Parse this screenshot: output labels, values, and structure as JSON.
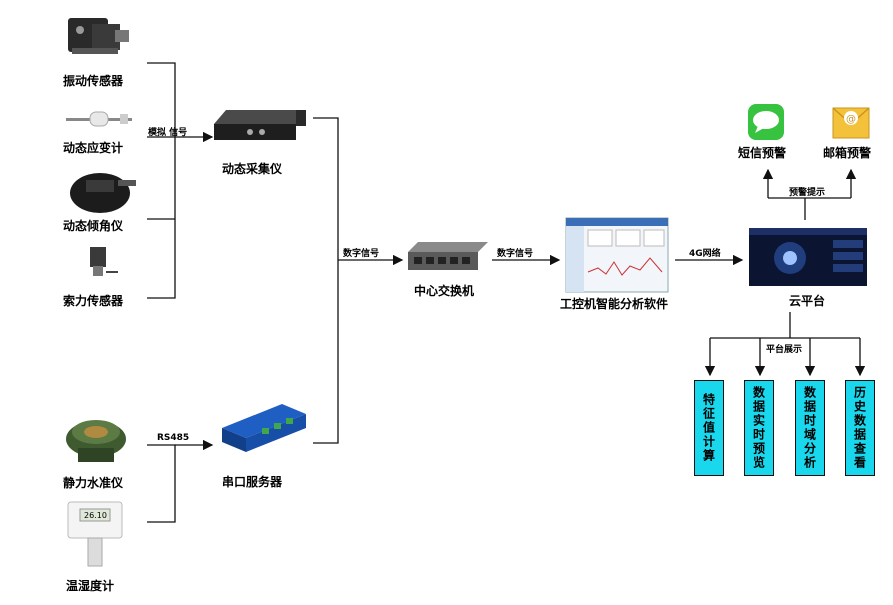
{
  "sensors": {
    "vibration": "振动传感器",
    "strain": "动态应变计",
    "tilt": "动态倾角仪",
    "cable": "索力传感器",
    "level": "静力水准仪",
    "humidity": "温湿度计"
  },
  "devices": {
    "collector": "动态采集仪",
    "switch": "中心交换机",
    "serial": "串口服务器",
    "ipc": "工控机智能分析软件",
    "cloud": "云平台",
    "sms": "短信预警",
    "mail": "邮箱预警"
  },
  "links": {
    "analog": "模拟 信号",
    "digital1": "数字信号",
    "digital2": "数字信号",
    "rs485": "RS485",
    "g4": "4G网络",
    "alert": "预警提示",
    "platform": "平台展示"
  },
  "features": [
    "特征值计算",
    "数据实时预览",
    "数据时域分析",
    "历史数据查看"
  ],
  "display": {
    "humidity_reading": "26.10"
  }
}
